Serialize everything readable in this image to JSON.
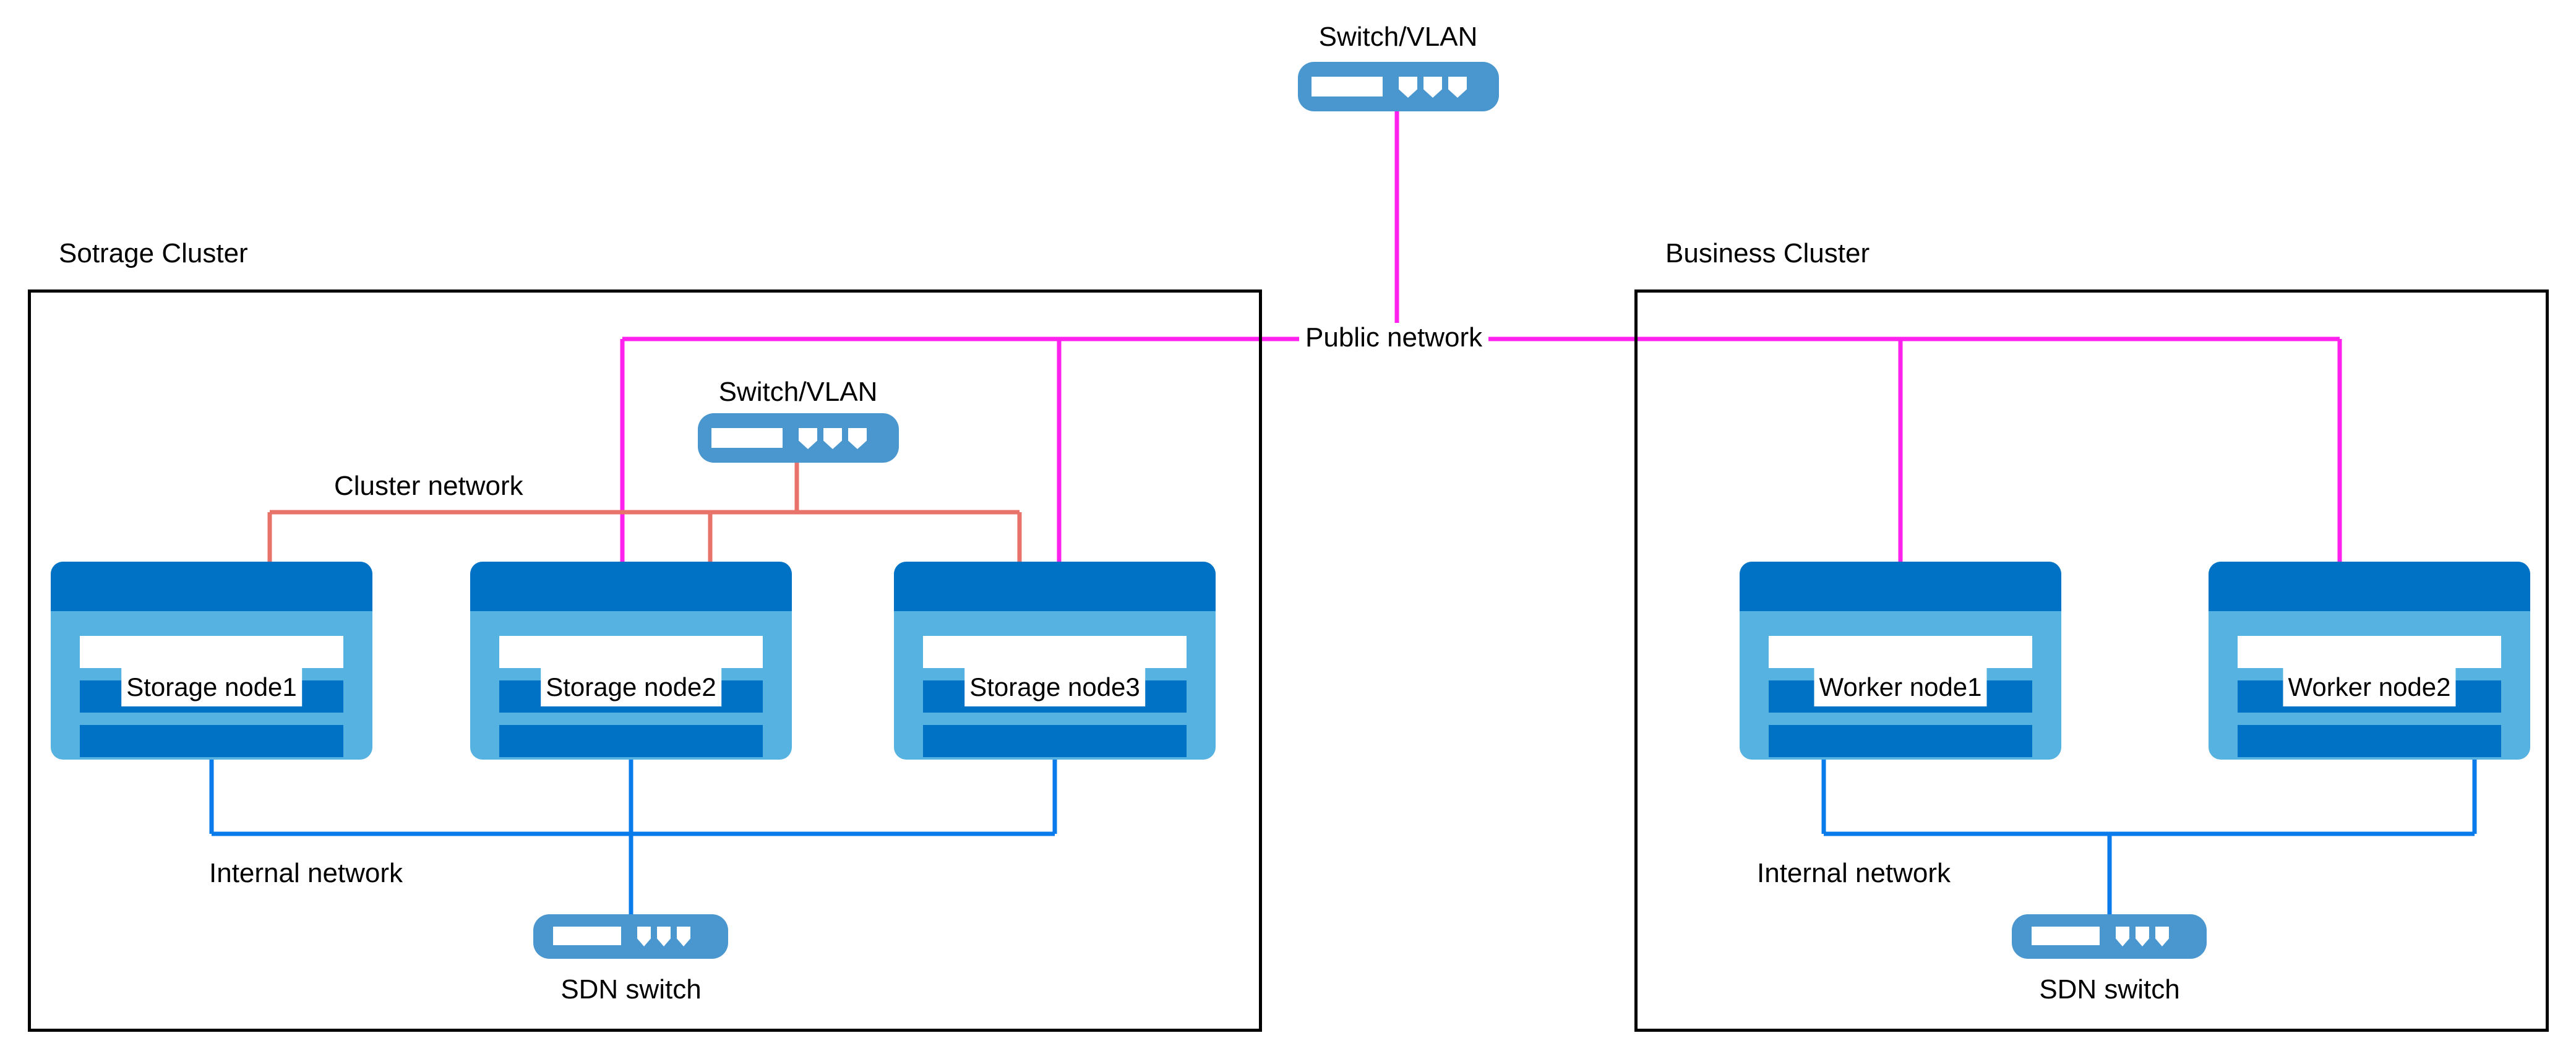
{
  "diagram": {
    "title_top_switch": "Switch/VLAN",
    "clusters": [
      {
        "name": "Sotrage Cluster"
      },
      {
        "name": "Business Cluster"
      }
    ],
    "storage_cluster": {
      "title": "Sotrage Cluster",
      "switch_label": "Switch/VLAN",
      "sdn_switch_label": "SDN switch",
      "cluster_network_label": "Cluster network",
      "internal_network_label": "Internal network",
      "nodes": [
        {
          "label": "Storage node1"
        },
        {
          "label": "Storage node2"
        },
        {
          "label": "Storage node3"
        }
      ]
    },
    "business_cluster": {
      "title": "Business Cluster",
      "sdn_switch_label": "SDN switch",
      "internal_network_label": "Internal network",
      "nodes": [
        {
          "label": "Worker node1"
        },
        {
          "label": "Worker node2"
        }
      ]
    },
    "public_network_label": "Public network",
    "colors": {
      "public_network": "#ff22ee",
      "cluster_network": "#e8736a",
      "internal_network": "#0a7bea",
      "node_body": "#56b2e0",
      "node_accent": "#0072c6",
      "switch_body": "#4a96cf",
      "boundary": "#000000",
      "background": "#ffffff"
    },
    "icons": {
      "switch": "network-switch-icon",
      "server": "server-rack-icon"
    }
  }
}
